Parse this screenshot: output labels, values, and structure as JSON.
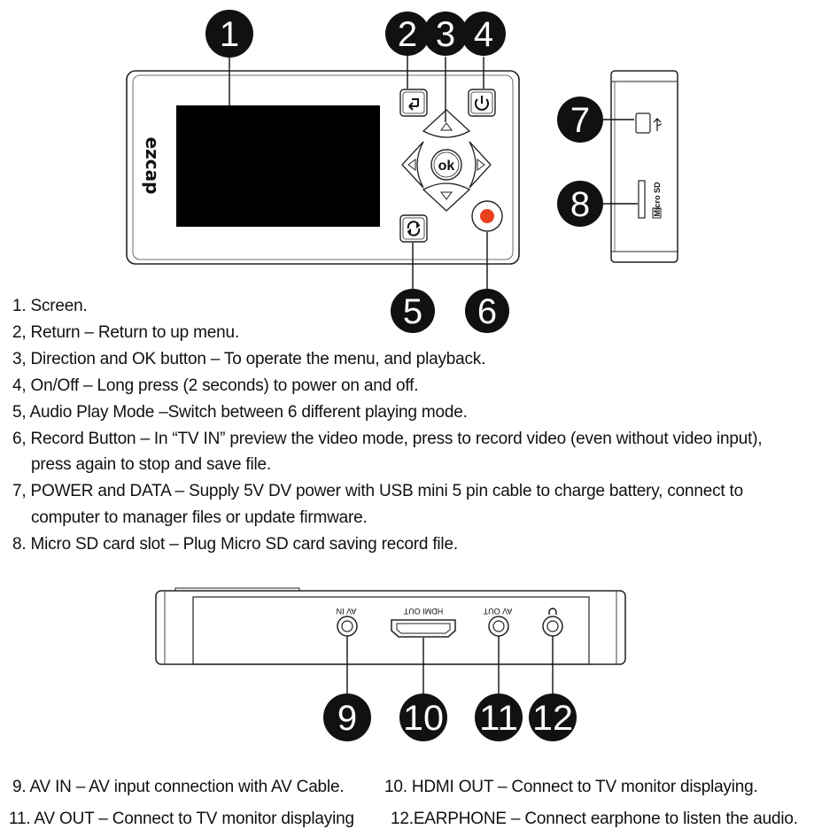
{
  "device": {
    "brand": "ezcap",
    "ok_label": "ok",
    "micro_sd_label": "Micro SD",
    "port_labels": {
      "av_in": "AV IN",
      "hdmi_out": "HDMI OUT",
      "av_out": "AV OUT"
    }
  },
  "callouts": [
    "1",
    "2",
    "3",
    "4",
    "5",
    "6",
    "7",
    "8",
    "9",
    "10",
    "11",
    "12"
  ],
  "descriptions": [
    "1. Screen.",
    "2, Return – Return to up menu.",
    "3, Direction and OK button – To operate the menu, and playback.",
    "4, On/Off – Long press (2 seconds) to power on and off.",
    "5, Audio Play Mode –Switch between 6 different playing mode.",
    "6, Record Button – In “TV IN” preview the video mode, press to record video (even without video input),",
    "press again to stop and save file.",
    "7, POWER and DATA – Supply 5V DV power with USB mini 5 pin cable to charge battery, connect to",
    "computer to manager files or update firmware.",
    "8. Micro SD card slot – Plug Micro SD card saving record file."
  ],
  "bottom_descriptions": [
    "9. AV IN – AV input connection with AV Cable.",
    "10. HDMI OUT – Connect to TV monitor displaying.",
    "11. AV OUT – Connect to TV monitor displaying",
    "12.EARPHONE  – Connect earphone to listen the audio."
  ],
  "colors": {
    "record_button": "#e8401c",
    "callout_fill": "#111111",
    "outline": "#222222"
  }
}
